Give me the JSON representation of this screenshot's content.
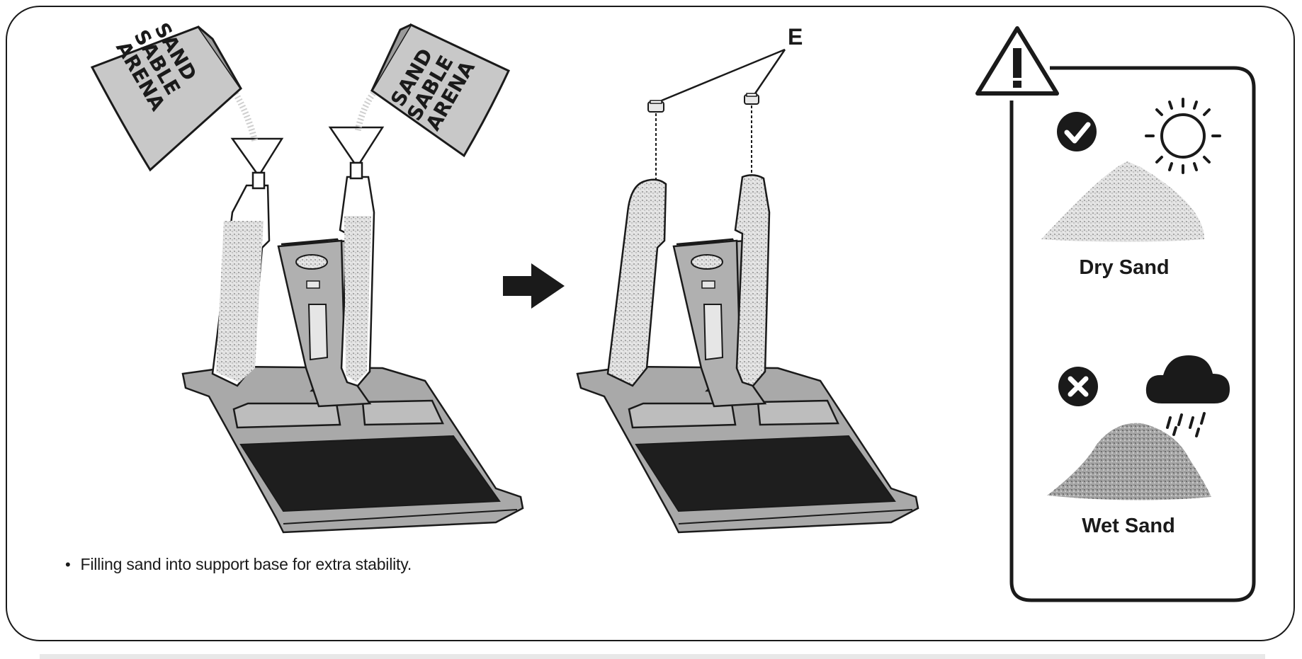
{
  "bag_left": {
    "lines": [
      "SAND",
      "SABLE",
      "ARENA"
    ]
  },
  "bag_right": {
    "lines": [
      "SAND",
      "SABLE",
      "ARENA"
    ]
  },
  "callout_label": "E",
  "caption": {
    "bullet": "•",
    "text": "Filling sand into support base for extra stability."
  },
  "panel": {
    "dry_label": "Dry Sand",
    "wet_label": "Wet Sand"
  },
  "icons": [
    "funnel-icon",
    "arrow-right-icon",
    "warning-icon",
    "check-icon",
    "sun-icon",
    "cross-icon",
    "rain-cloud-icon"
  ],
  "colors": {
    "stroke": "#1a1a1a",
    "bag": "#c8c8c8",
    "plastic": "#a9a9a9",
    "mat": "#1e1e1e",
    "sand": "#cfcfcf"
  }
}
